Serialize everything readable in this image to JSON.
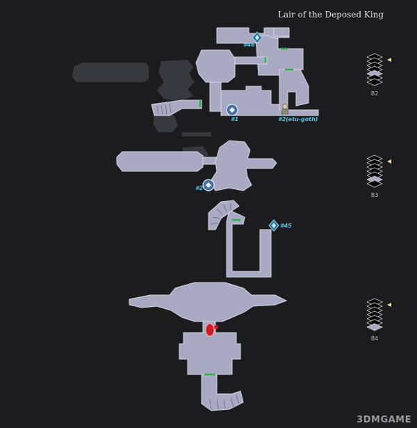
{
  "title": "Lair of the Deposed King",
  "colors": {
    "floor": "#a9a9c4",
    "ghost": "#3a3a44",
    "door": "#2fb34a",
    "marker_text": "#4fc6e8",
    "boss": "#c81e28"
  },
  "markers": [
    {
      "id": "m46",
      "label": "#46",
      "icon": "lore-crystal-icon"
    },
    {
      "id": "m1",
      "label": "#1",
      "icon": "chest-icon"
    },
    {
      "id": "m2a",
      "label": "#2(etu-goth)",
      "icon": "npc-icon"
    },
    {
      "id": "m2b",
      "label": "#2",
      "icon": "chest-icon"
    },
    {
      "id": "m45",
      "label": "#45",
      "icon": "lore-crystal-icon"
    },
    {
      "id": "boss",
      "label": "",
      "icon": "boss-icon"
    }
  ],
  "floors": [
    {
      "label": "B2",
      "active": 4
    },
    {
      "label": "B3",
      "active": 5
    },
    {
      "label": "B4",
      "active": 6
    }
  ],
  "watermark": "3DMGAME"
}
